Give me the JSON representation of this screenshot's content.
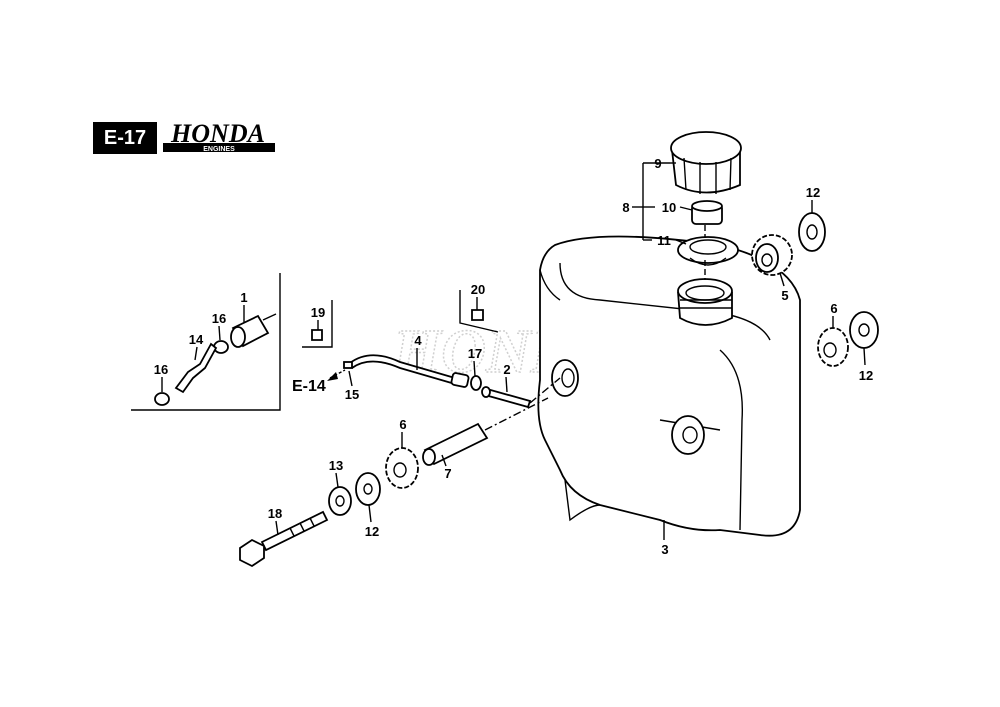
{
  "header": {
    "section_code": "E-17",
    "brand": "HONDA",
    "brand_sub": "ENGINES",
    "watermark": "HONDA"
  },
  "reference": "E-14",
  "callouts": {
    "c1": "1",
    "c2": "2",
    "c3": "3",
    "c4": "4",
    "c5": "5",
    "c6a": "6",
    "c6b": "6",
    "c7": "7",
    "c8": "8",
    "c9": "9",
    "c10": "10",
    "c11": "11",
    "c12a": "12",
    "c12b": "12",
    "c12c": "12",
    "c13": "13",
    "c14": "14",
    "c15": "15",
    "c16a": "16",
    "c16b": "16",
    "c17": "17",
    "c18": "18",
    "c19": "19",
    "c20": "20"
  }
}
